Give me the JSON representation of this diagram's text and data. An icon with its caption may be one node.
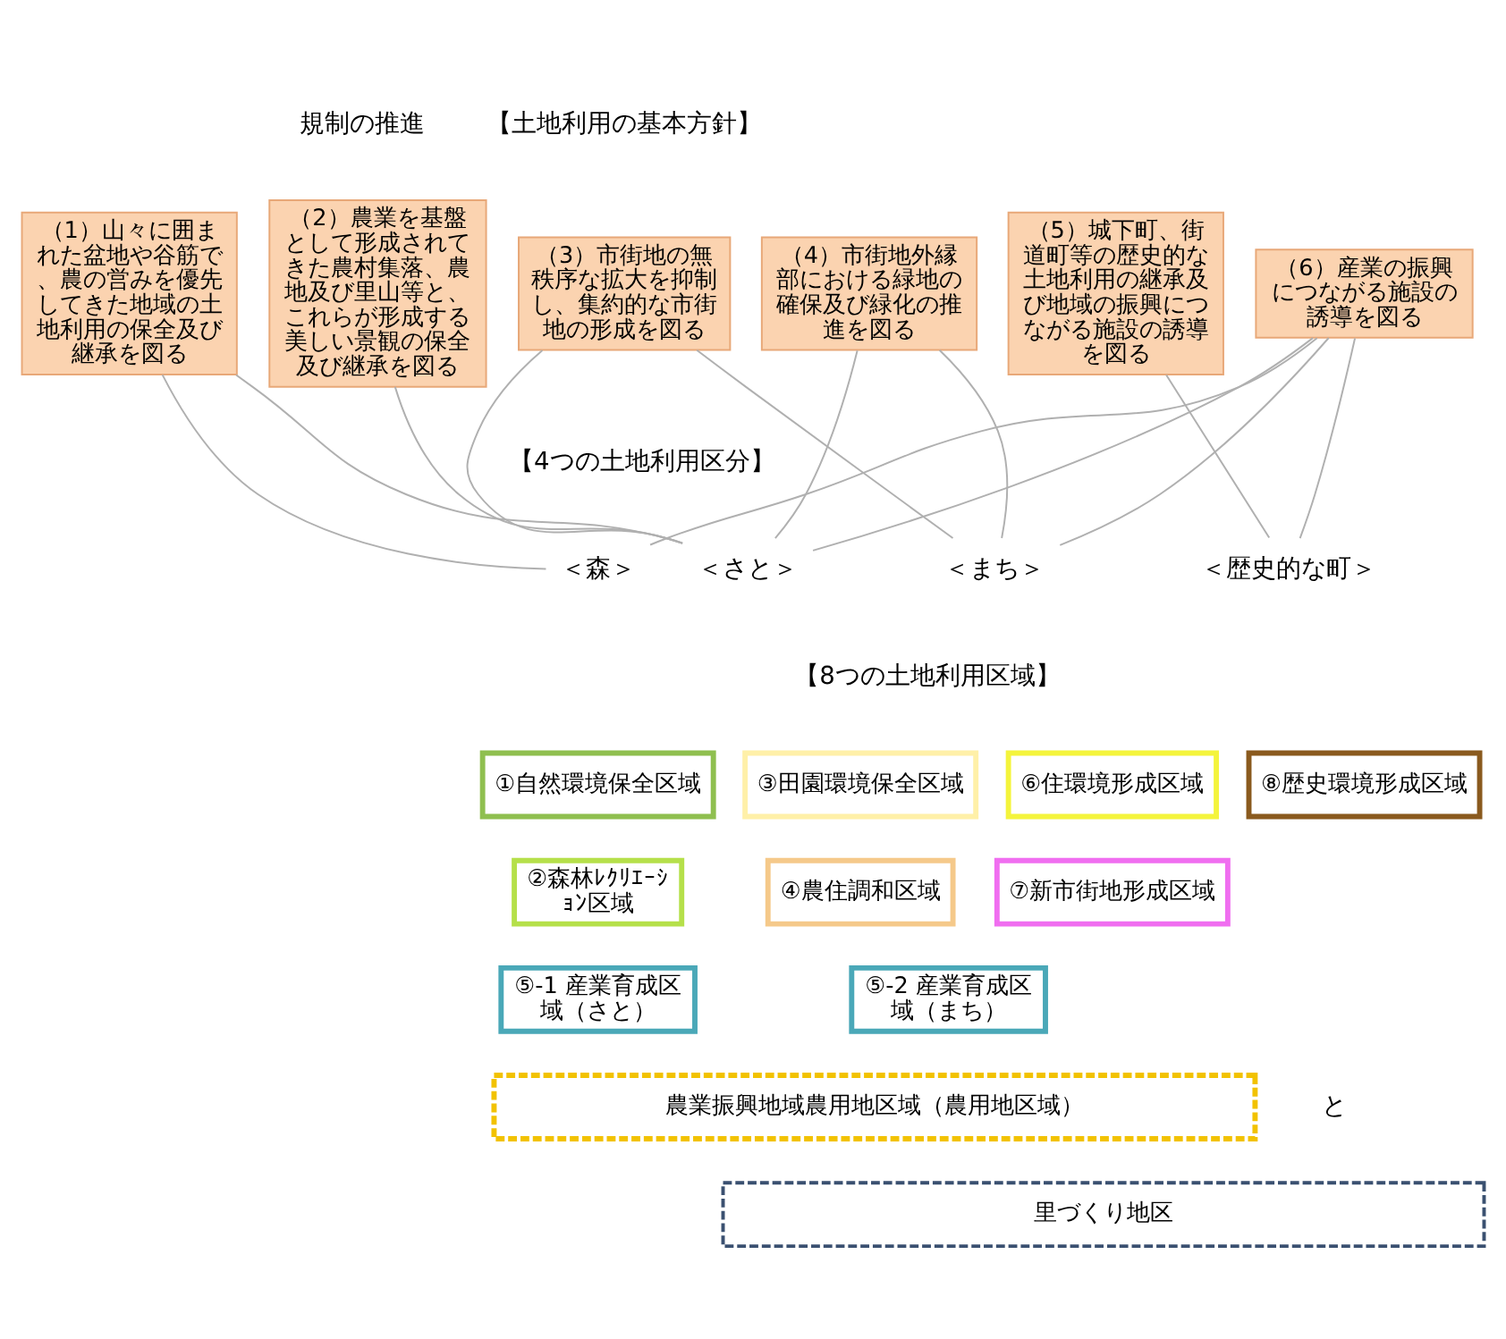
{
  "diagram": {
    "nodes": [
      {
        "text": [
          "（1）山々に囲まれた盆地や谷筋で、農の営みを優先してきた地域の土地利用の保全及び継承を図る"
        ]
      },
      {
        "text": [
          "（2）農業を基盤として形成されてきた農村集落、農地及び里山等と、これらが形成する美しい景観の保全及び継承を図る"
        ]
      },
      {
        "text": [
          "（3）市街地の無秩序な拡大を抑制し、集約的な市街地の形成を図る"
        ]
      },
      {
        "text": [
          "（4）市街地外縁部における緑地の確保及び緑化の推進を図る"
        ]
      },
      {
        "text": [
          "（5）城下町、街道町等の歴史的な土地利用の継承及び地域の振興につながる施設の誘導を図る"
        ]
      },
      {
        "text": [
          "（6）産業の振興につながる施設の誘導を図る"
        ]
      },
      {
        "text": [
          "＜森＞"
        ]
      },
      {
        "text": [
          "＜さと＞"
        ]
      },
      {
        "text": [
          "＜まち＞"
        ]
      },
      {
        "text": [
          "＜歴史的な町＞"
        ]
      },
      {
        "text": [
          "①自然環境保全区域"
        ]
      },
      {
        "text": [
          "③田園環境保全区域"
        ]
      },
      {
        "text": [
          "⑥住環境形成区域"
        ]
      },
      {
        "text": [
          "⑧歴史環境形成区域"
        ]
      },
      {
        "text": [
          "②森林ﾚｸﾘｴｰｼｮﾝ区域"
        ]
      },
      {
        "text": [
          "④農住調和区域"
        ]
      },
      {
        "text": [
          "⑦新市街地形成区域"
        ]
      },
      {
        "text": [
          "⑤-1 産業育成区域（さと）"
        ]
      },
      {
        "text": [
          "⑤-2 産業育成区域（まち）"
        ]
      },
      {
        "text": [
          "農業振興地域農用地区域（農用地区域）"
        ]
      },
      {
        "text": [
          "里づくり地区"
        ]
      }
    ],
    "edges": [
      {
        "from": 0,
        "to": 6,
        "arrow": "none"
      },
      {
        "from": 0,
        "to": 7,
        "arrow": "none"
      },
      {
        "from": 1,
        "to": 7,
        "arrow": "none"
      },
      {
        "from": 2,
        "to": 7,
        "arrow": "none"
      },
      {
        "from": 2,
        "to": 8,
        "arrow": "none"
      },
      {
        "from": 3,
        "to": 7,
        "arrow": "none"
      },
      {
        "from": 3,
        "to": 8,
        "arrow": "none"
      },
      {
        "from": 4,
        "to": 9,
        "arrow": "none"
      },
      {
        "from": 5,
        "to": 6,
        "arrow": "none"
      },
      {
        "from": 5,
        "to": 7,
        "arrow": "none"
      },
      {
        "from": 5,
        "to": 8,
        "arrow": "none"
      },
      {
        "from": 5,
        "to": 9,
        "arrow": "none"
      }
    ],
    "labels": [
      "規制の推進",
      "【土地利用の基本方針】",
      "【4つの土地利用区分】",
      "【8つの土地利用区域】",
      "と"
    ]
  }
}
